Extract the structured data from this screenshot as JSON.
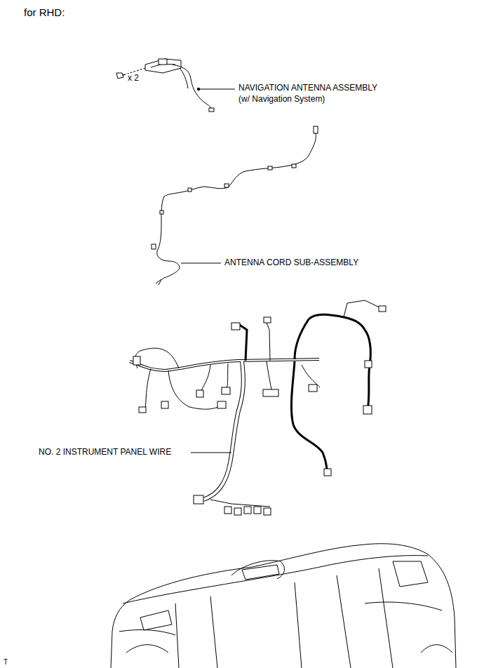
{
  "diagram": {
    "title": "for RHD:",
    "labels": [
      "x 2",
      "NAVIGATION ANTENNA ASSEMBLY",
      "(w/ Navigation System)",
      "ANTENNA CORD SUB-ASSEMBLY",
      "NO. 2 INSTRUMENT PANEL WIRE",
      "T"
    ]
  }
}
